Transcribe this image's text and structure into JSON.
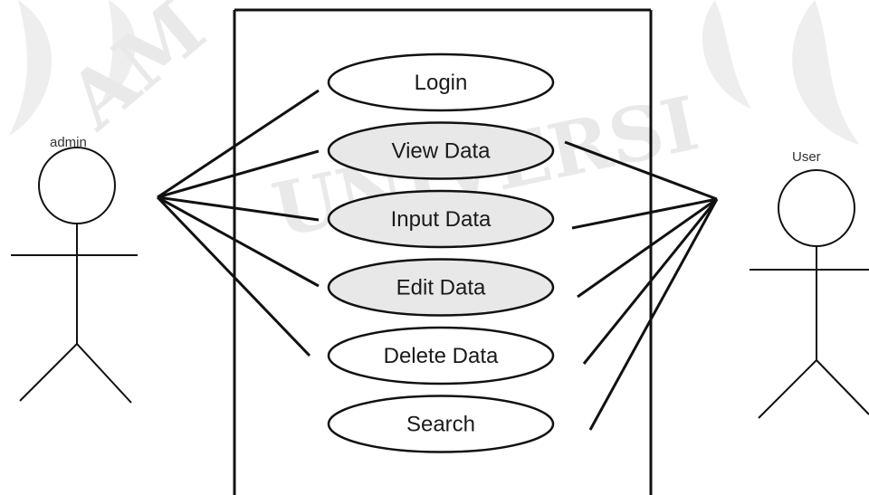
{
  "watermark": {
    "text_left": "AM",
    "text_center": "UNIVERSI",
    "color": "#e9e9e9"
  },
  "actors": {
    "admin": {
      "label": "admin"
    },
    "user": {
      "label": "User"
    }
  },
  "use_cases": [
    {
      "id": "login",
      "label": "Login",
      "shaded": false
    },
    {
      "id": "view-data",
      "label": "View Data",
      "shaded": true
    },
    {
      "id": "input-data",
      "label": "Input Data",
      "shaded": true
    },
    {
      "id": "edit-data",
      "label": "Edit Data",
      "shaded": true
    },
    {
      "id": "delete-data",
      "label": "Delete Data",
      "shaded": false
    },
    {
      "id": "search",
      "label": "Search",
      "shaded": false
    }
  ],
  "associations": {
    "admin": [
      "login",
      "view-data",
      "input-data",
      "edit-data",
      "delete-data"
    ],
    "user": [
      "view-data",
      "input-data",
      "edit-data",
      "delete-data",
      "search"
    ]
  },
  "colors": {
    "line": "#111111",
    "shaded_fill": "#e8e8e8",
    "plain_fill": "#ffffff"
  }
}
